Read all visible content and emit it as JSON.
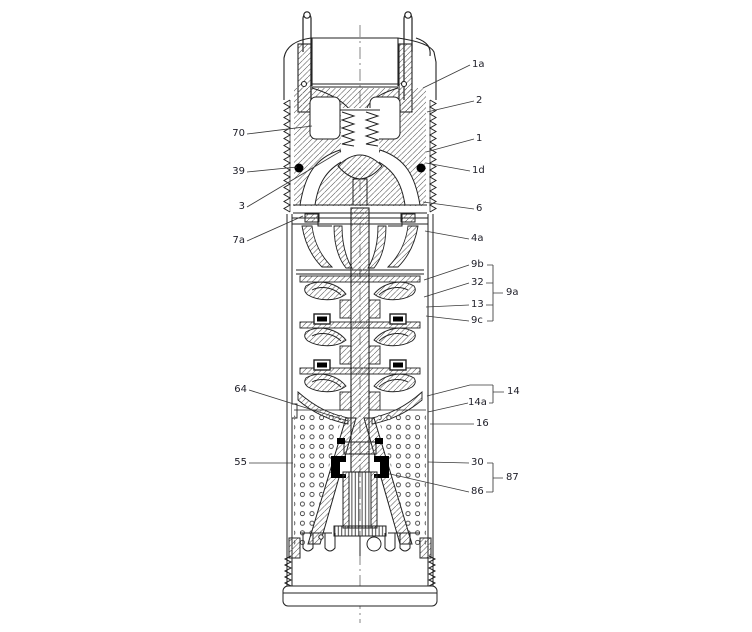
{
  "diagram": {
    "kind": "submersible-pump-cross-section",
    "colors": {
      "line": "#222222",
      "label": "#1c1c26",
      "background": "#ffffff"
    },
    "callouts": {
      "n70": "70",
      "n39": "39",
      "n3": "3",
      "n7a": "7a",
      "n64": "64",
      "n55": "55",
      "n1a": "1a",
      "n2": "2",
      "n1": "1",
      "n1d": "1d",
      "n6": "6",
      "n4a": "4a",
      "n9b": "9b",
      "n32": "32",
      "n13": "13",
      "n9c": "9c",
      "n9a": "9a",
      "n14": "14",
      "n14a": "14a",
      "n16": "16",
      "n30": "30",
      "n86": "86",
      "n87": "87"
    },
    "brackets": [
      {
        "bracket_label": "9a",
        "members": [
          "9b",
          "32",
          "13",
          "9c"
        ]
      },
      {
        "bracket_label": "14",
        "members": [
          "14a"
        ]
      },
      {
        "bracket_label": "87",
        "members": [
          "30",
          "86"
        ]
      }
    ]
  }
}
